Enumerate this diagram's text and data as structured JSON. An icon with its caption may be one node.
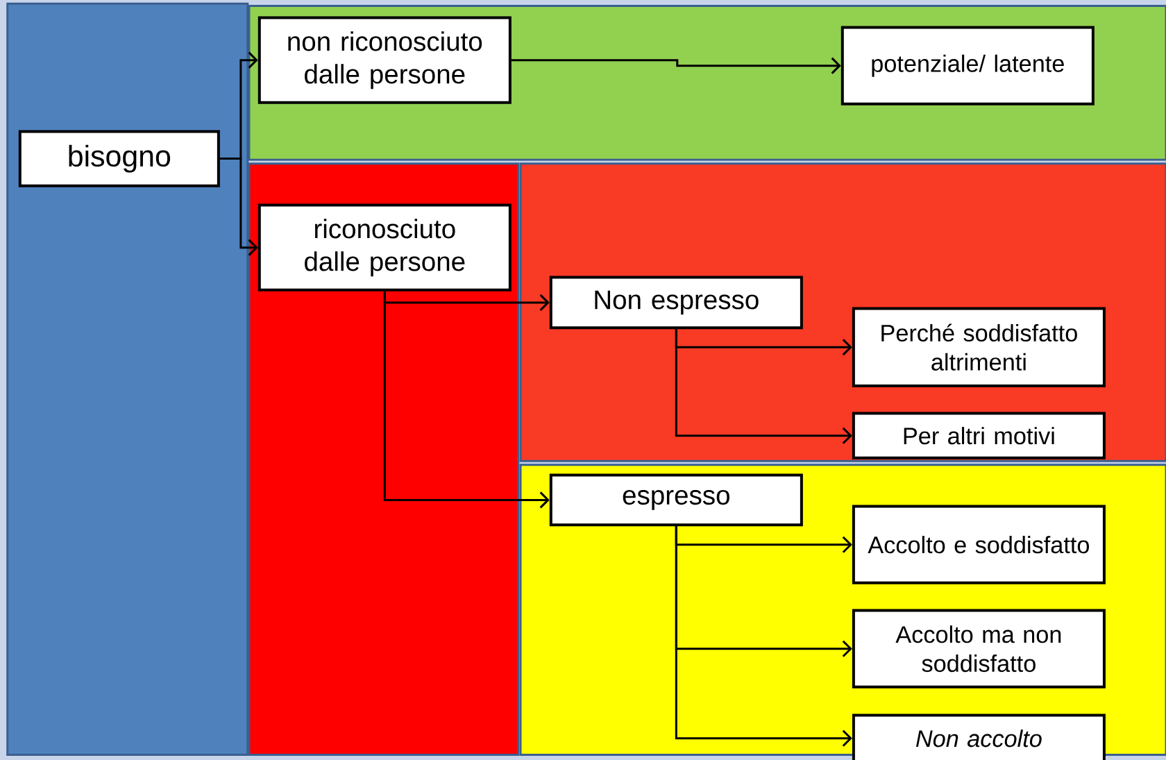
{
  "diagram": {
    "nodes": [
      {
        "text": [
          "bisogno"
        ]
      },
      {
        "text": [
          "non riconosciuto dalle persone"
        ]
      },
      {
        "text": [
          "potenziale/ latente"
        ]
      },
      {
        "text": [
          "riconosciuto dalle persone"
        ]
      },
      {
        "text": [
          "Non espresso"
        ]
      },
      {
        "text": [
          "Perché soddisfatto altrimenti"
        ]
      },
      {
        "text": [
          "Per altri motivi"
        ]
      },
      {
        "text": [
          "espresso"
        ]
      },
      {
        "text": [
          "Accolto e soddisfatto"
        ]
      },
      {
        "text": [
          "Accolto ma non soddisfatto"
        ]
      },
      {
        "text": [
          "Non accolto"
        ]
      }
    ],
    "edges": [
      {
        "from": 0,
        "to": 1,
        "arrow": "to"
      },
      {
        "from": 0,
        "to": 3,
        "arrow": "to"
      },
      {
        "from": 1,
        "to": 2,
        "arrow": "to"
      },
      {
        "from": 3,
        "to": 4,
        "arrow": "to"
      },
      {
        "from": 3,
        "to": 7,
        "arrow": "to"
      },
      {
        "from": 4,
        "to": 5,
        "arrow": "to"
      },
      {
        "from": 4,
        "to": 6,
        "arrow": "to"
      },
      {
        "from": 7,
        "to": 8,
        "arrow": "to"
      },
      {
        "from": 7,
        "to": 9,
        "arrow": "to"
      },
      {
        "from": 7,
        "to": 10,
        "arrow": "to"
      }
    ]
  }
}
